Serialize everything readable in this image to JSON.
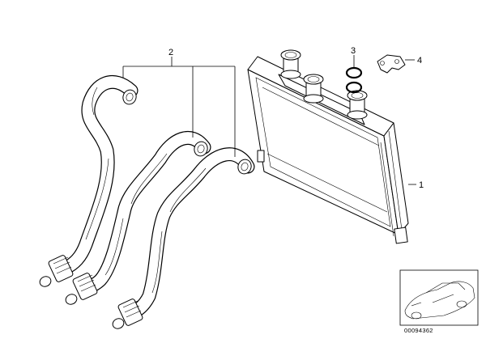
{
  "callouts": [
    {
      "id": "1",
      "label": "1"
    },
    {
      "id": "2",
      "label": "2"
    },
    {
      "id": "3",
      "label": "3"
    },
    {
      "id": "4",
      "label": "4"
    }
  ],
  "catalog_number": "00094362",
  "colors": {
    "line": "#000000",
    "background": "#ffffff"
  }
}
